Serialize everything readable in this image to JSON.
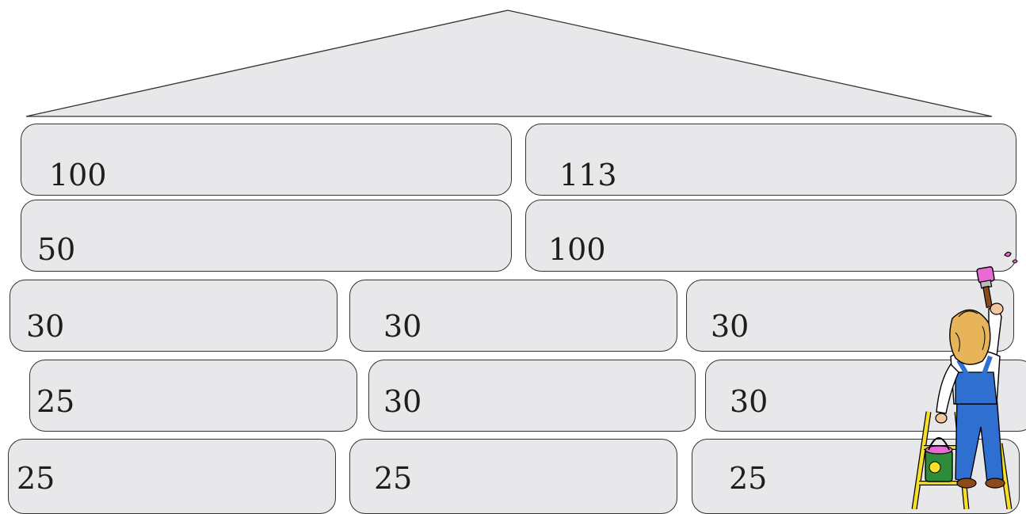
{
  "rows": [
    [
      "100",
      "113"
    ],
    [
      "50",
      "100"
    ],
    [
      "30",
      "30",
      "30"
    ],
    [
      "25",
      "30",
      "30"
    ],
    [
      "25",
      "25",
      "25"
    ]
  ],
  "colors": {
    "brick_fill": "#e8e8ea",
    "roof_fill": "#e8e8ea",
    "outline": "#333333"
  }
}
